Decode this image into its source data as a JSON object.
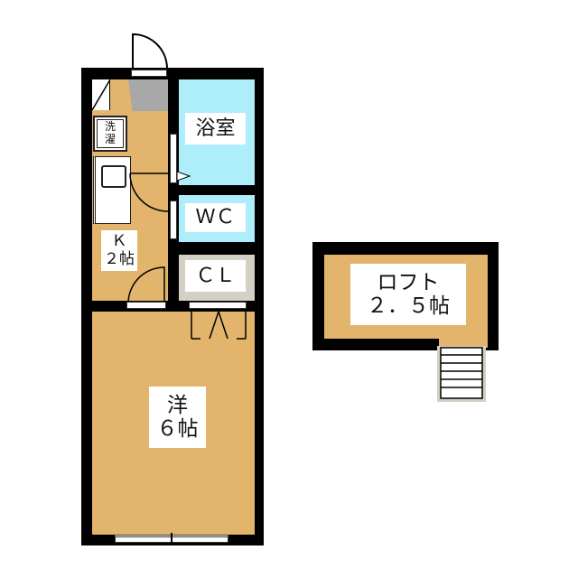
{
  "rooms": {
    "bath": "浴室",
    "wc": "ＷＣ",
    "closet": "ＣＬ",
    "kitchen": {
      "name": "Ｋ",
      "size": "２帖"
    },
    "western": {
      "name": "洋",
      "size": "６帖"
    },
    "laundry": {
      "line1": "洗",
      "line2": "濯"
    },
    "loft": {
      "name": "ロフト",
      "size": "２．５帖"
    }
  },
  "colors": {
    "floor": "#e2b46c",
    "wet": "#aeeefa",
    "closet": "#d4d0c4",
    "entry": "#a8a8a8"
  }
}
